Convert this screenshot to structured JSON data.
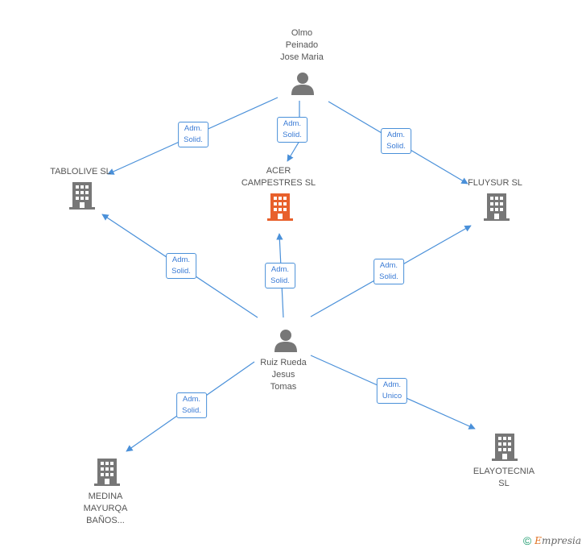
{
  "nodes": {
    "olmo": {
      "lines": [
        "Olmo",
        "Peinado",
        "Jose Maria"
      ],
      "type": "person"
    },
    "ruiz": {
      "lines": [
        "Ruiz Rueda",
        "Jesus",
        "Tomas"
      ],
      "type": "person"
    },
    "tablolive": {
      "lines": [
        "TABLOLIVE SL"
      ],
      "type": "company"
    },
    "acer": {
      "lines": [
        "ACER",
        "CAMPESTRES SL"
      ],
      "type": "company-main"
    },
    "fluysur": {
      "lines": [
        "FLUYSUR SL"
      ],
      "type": "company"
    },
    "medina": {
      "lines": [
        "MEDINA",
        "MAYURQA",
        "BAÑOS..."
      ],
      "type": "company"
    },
    "elayotecnia": {
      "lines": [
        "ELAYOTECNIA",
        "SL"
      ],
      "type": "company"
    }
  },
  "edges": [
    {
      "from": "olmo",
      "to": "tablolive",
      "role": [
        "Adm.",
        "Solid."
      ]
    },
    {
      "from": "olmo",
      "to": "acer",
      "role": [
        "Adm.",
        "Solid."
      ]
    },
    {
      "from": "olmo",
      "to": "fluysur",
      "role": [
        "Adm.",
        "Solid."
      ]
    },
    {
      "from": "ruiz",
      "to": "tablolive",
      "role": [
        "Adm.",
        "Solid."
      ]
    },
    {
      "from": "ruiz",
      "to": "acer",
      "role": [
        "Adm.",
        "Solid."
      ]
    },
    {
      "from": "ruiz",
      "to": "fluysur",
      "role": [
        "Adm.",
        "Solid."
      ]
    },
    {
      "from": "ruiz",
      "to": "medina",
      "role": [
        "Adm.",
        "Solid."
      ]
    },
    {
      "from": "ruiz",
      "to": "elayotecnia",
      "role": [
        "Adm.",
        "Unico"
      ]
    }
  ],
  "colors": {
    "edge": "#4a90d9",
    "person_icon": "#777777",
    "company_icon": "#777777",
    "main_company_icon": "#e8602c"
  },
  "footer": {
    "copyright": "©",
    "brand_first": "E",
    "brand_rest": "mpresia"
  }
}
